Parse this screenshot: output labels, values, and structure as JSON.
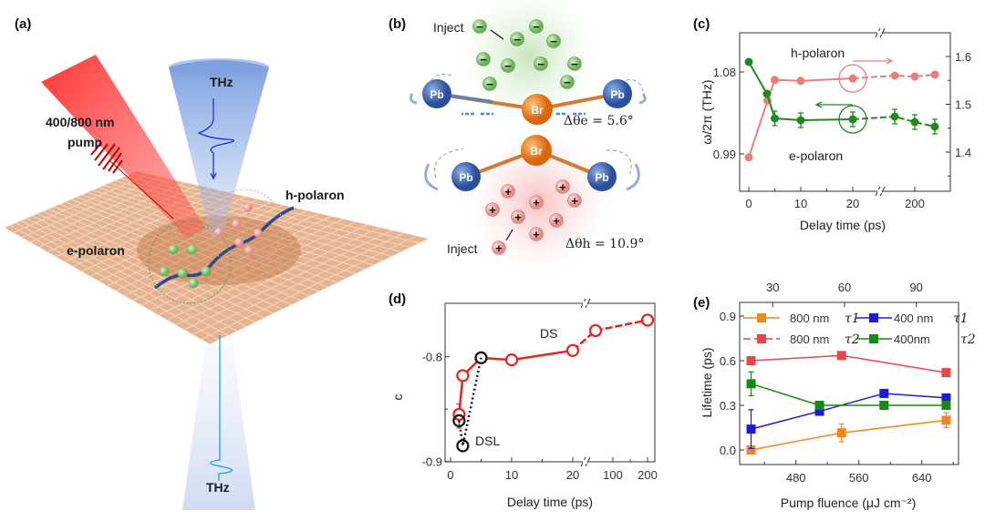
{
  "panels": {
    "a": {
      "label": "(a)",
      "pump_label_1": "400/800 nm",
      "pump_label_2": "pump",
      "thz_top": "THz",
      "thz_bottom": "THz",
      "h_polaron": "h-polaron",
      "e_polaron": "e-polaron"
    },
    "b": {
      "label": "(b)",
      "inject_top": "Inject",
      "inject_bottom": "Inject",
      "pb": "Pb",
      "br": "Br",
      "minus": "−",
      "plus": "+",
      "delta_e": "Δθe = 5.6°",
      "delta_h": "Δθh = 10.9°"
    },
    "c": {
      "label": "(c)"
    },
    "d": {
      "label": "(d)"
    },
    "e": {
      "label": "(e)"
    }
  },
  "colors": {
    "h_polaron": "#ea7f78",
    "e_polaron": "#1f8a1f",
    "ds": "#e8231c",
    "dsl": "#111111",
    "orange": "#f5861f",
    "red": "#e8464a",
    "blue": "#1a1adb",
    "green": "#148a14"
  },
  "chart_data": [
    {
      "id": "c",
      "type": "line",
      "xlabel": "Delay time (ps)",
      "ylabel": "ω/2π (THz)",
      "x_broken_axis": true,
      "x_tick_labels": [
        "0",
        "10",
        "20",
        "200"
      ],
      "x_ticks": [
        0,
        10,
        20,
        200
      ],
      "y_left_tick_labels": [
        "1.08",
        "0.99"
      ],
      "y_left_ticks": [
        1.08,
        0.99
      ],
      "y_left_lim": [
        0.949,
        1.123
      ],
      "y_right_tick_labels": [
        "1.6",
        "1.5",
        "1.4"
      ],
      "y_right_ticks": [
        1.6,
        1.5,
        1.4
      ],
      "y_right_lim": [
        1.318,
        1.65
      ],
      "series": [
        {
          "name": "h-polaron",
          "axis": "right",
          "x": [
            0,
            3.6,
            5,
            10,
            20,
            100,
            200,
            300
          ],
          "y": [
            1.389,
            1.508,
            1.551,
            1.549,
            1.554,
            1.56,
            1.558,
            1.562
          ]
        },
        {
          "name": "e-polaron",
          "axis": "left",
          "x": [
            0,
            3.5,
            5,
            10,
            20,
            100,
            200,
            300
          ],
          "y": [
            1.091,
            1.056,
            1.029,
            1.027,
            1.028,
            1.031,
            1.025,
            1.02
          ],
          "err": [
            0,
            0,
            0.008,
            0.008,
            0.008,
            0.008,
            0.008,
            0.008
          ]
        }
      ]
    },
    {
      "id": "d",
      "type": "line",
      "xlabel": "Delay time (ps)",
      "ylabel": "c",
      "x_broken_axis": true,
      "x_tick_labels": [
        "0",
        "10",
        "20",
        "100",
        "200"
      ],
      "x_ticks": [
        0,
        10,
        20,
        100,
        200
      ],
      "y_tick_labels": [
        "-0.8",
        "-0.9"
      ],
      "y_ticks": [
        -0.8,
        -0.9
      ],
      "ylim": [
        -0.9,
        -0.749
      ],
      "series": [
        {
          "name": "DS",
          "x": [
            1.4,
            2,
            5,
            10,
            20,
            50,
            200
          ],
          "y": [
            -0.855,
            -0.818,
            -0.801,
            -0.803,
            -0.794,
            -0.775,
            -0.765
          ]
        },
        {
          "name": "DSL",
          "x": [
            1.4,
            2,
            5
          ],
          "y": [
            -0.861,
            -0.885,
            -0.801
          ]
        }
      ]
    },
    {
      "id": "e",
      "type": "line",
      "xlabel": "Pump fluence (μJ cm⁻²)",
      "ylabel": "Lifetime (ps)",
      "x_tick_labels": [
        "480",
        "560",
        "640"
      ],
      "x_ticks": [
        480,
        560,
        640
      ],
      "x_top_tick_labels": [
        "30",
        "60",
        "90"
      ],
      "x_top_ticks": [
        30,
        60,
        90
      ],
      "y_tick_labels": [
        "0.9",
        "0.6",
        "0.3",
        "0.0"
      ],
      "y_ticks": [
        0.9,
        0.6,
        0.3,
        0.0
      ],
      "ylim": [
        -0.1,
        0.99
      ],
      "legend": "top",
      "series": [
        {
          "name": "800 nm τ1",
          "label": "800 nm",
          "sub": "τ1",
          "color_key": "orange",
          "x": [
            423,
            538,
            671
          ],
          "y": [
            0.0,
            0.115,
            0.2
          ],
          "err": [
            0,
            0.06,
            0.05
          ]
        },
        {
          "name": "400 nm τ1",
          "label": "400 nm",
          "sub": "τ1",
          "color_key": "blue",
          "x": [
            423,
            510,
            592,
            671
          ],
          "y": [
            0.14,
            0.26,
            0.38,
            0.35
          ],
          "err": [
            0.13,
            0,
            0,
            0
          ]
        },
        {
          "name": "800 nm τ2",
          "label": "800 nm",
          "sub": "τ2",
          "color_key": "red",
          "dashed_legend": true,
          "x": [
            423,
            538,
            671
          ],
          "y": [
            0.6,
            0.635,
            0.52
          ],
          "err": [
            0,
            0,
            0.02
          ]
        },
        {
          "name": "400nm τ2",
          "label": "400nm",
          "sub": "τ2",
          "color_key": "green",
          "x": [
            423,
            510,
            592,
            671
          ],
          "y": [
            0.445,
            0.3,
            0.3,
            0.3
          ],
          "err": [
            0.08,
            0,
            0,
            0
          ]
        }
      ]
    }
  ]
}
